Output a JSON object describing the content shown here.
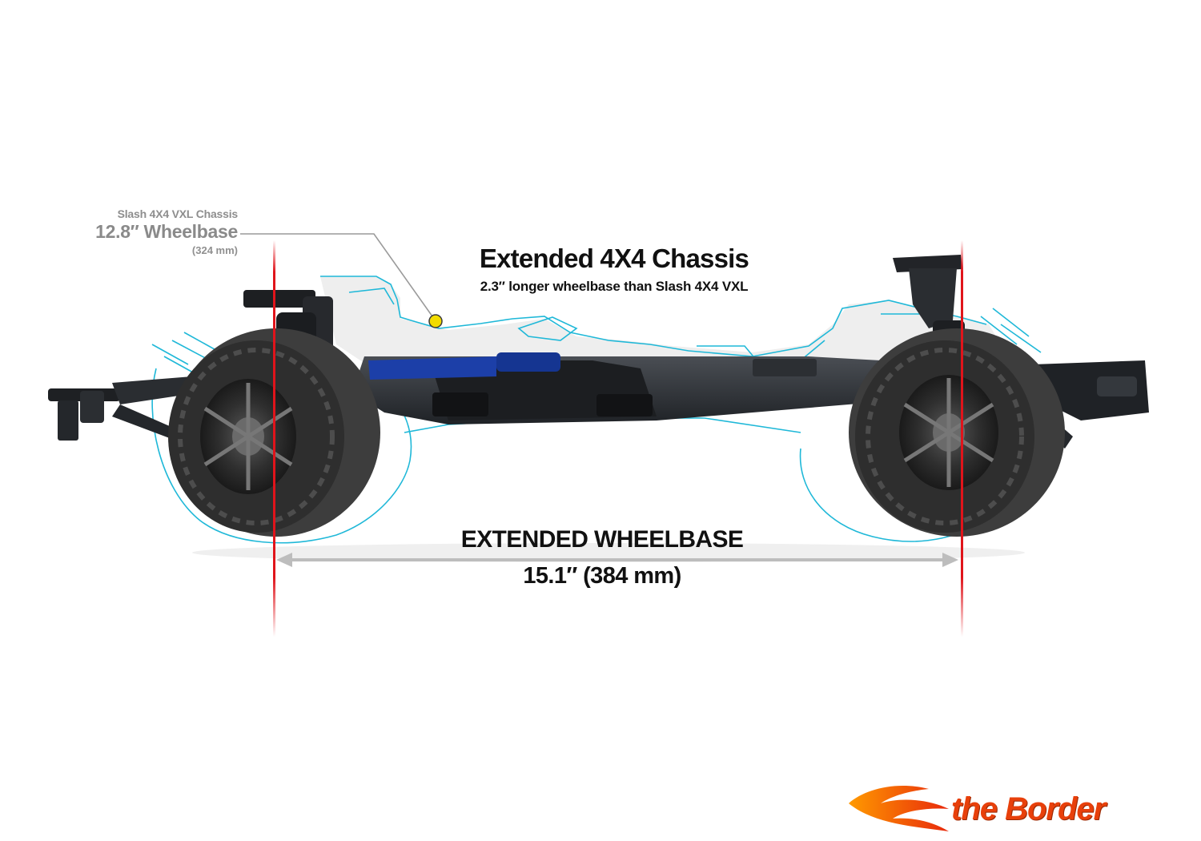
{
  "labels": {
    "old_chassis_caption": "Slash 4X4 VXL Chassis",
    "old_wheelbase": "12.8″ Wheelbase",
    "old_wheelbase_mm": "(324 mm)",
    "chassis_title": "Extended 4X4 Chassis",
    "chassis_subtitle": "2.3″ longer wheelbase than Slash 4X4 VXL",
    "extended_label": "EXTENDED WHEELBASE",
    "extended_value": "15.1″ (384 mm)"
  },
  "logo": {
    "text": "the Border",
    "colors": [
      "#ff7a00",
      "#e8290b"
    ]
  },
  "colors": {
    "outline": "#1fb8d8",
    "axle_line": "#e0141b",
    "dimension_arrow": "#bdbdbd",
    "chassis": "#2a2d31",
    "tire": "#3a3a3a",
    "motor": "#1c3fa8",
    "callout_dot": "#f2dc00"
  }
}
